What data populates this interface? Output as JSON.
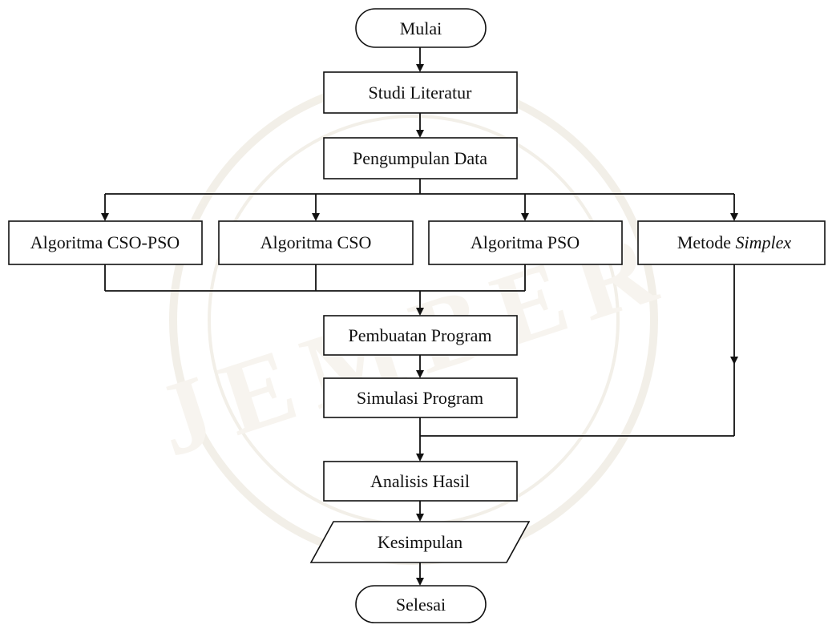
{
  "nodes": {
    "start": "Mulai",
    "literature": "Studi Literatur",
    "data_collection": "Pengumpulan Data",
    "algo_cso_pso": "Algoritma CSO-PSO",
    "algo_cso": "Algoritma CSO",
    "algo_pso": "Algoritma PSO",
    "simplex_prefix": "Metode ",
    "simplex_italic": "Simplex",
    "program_build": "Pembuatan Program",
    "program_sim": "Simulasi Program",
    "analysis": "Analisis Hasil",
    "conclusion": "Kesimpulan",
    "end": "Selesai"
  },
  "watermark": {
    "text": "JEMBER"
  }
}
